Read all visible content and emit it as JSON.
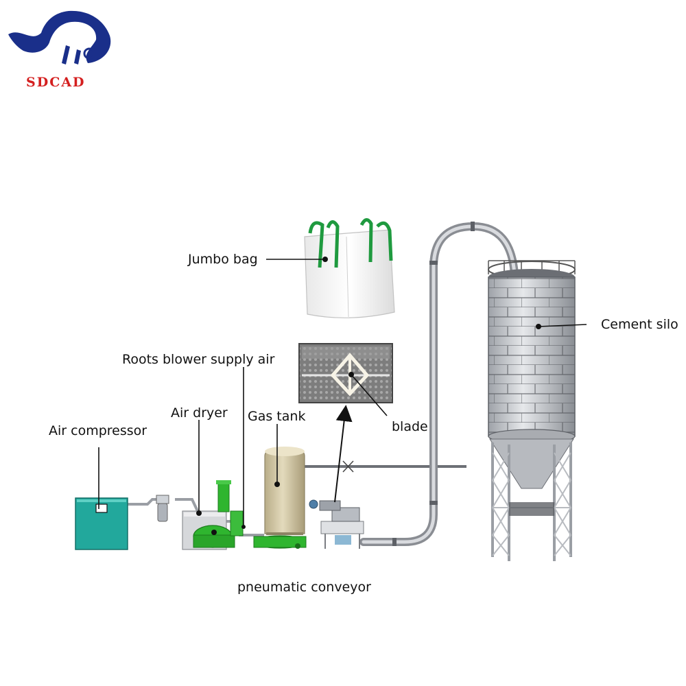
{
  "brand": {
    "name": "SDCAD",
    "colors": {
      "primary": "#1a2f8a",
      "text": "#d41f1f"
    }
  },
  "diagram": {
    "labels": {
      "jumbo_bag": "Jumbo bag",
      "roots_blower_supply_air": "Roots blower supply air",
      "air_dryer": "Air dryer",
      "gas_tank": "Gas tank",
      "air_compressor": "Air compressor",
      "blade": "blade",
      "cement_silo": "Cement silo",
      "pneumatic_conveyor": "pneumatic conveyor"
    },
    "colors": {
      "compressor": "#22a89c",
      "blower": "#2fb52f",
      "bag_handle": "#1f9a3f",
      "tank": "#d3c7a5",
      "pipe": "#b9bcc2",
      "silo": "#c9cbcf"
    }
  }
}
